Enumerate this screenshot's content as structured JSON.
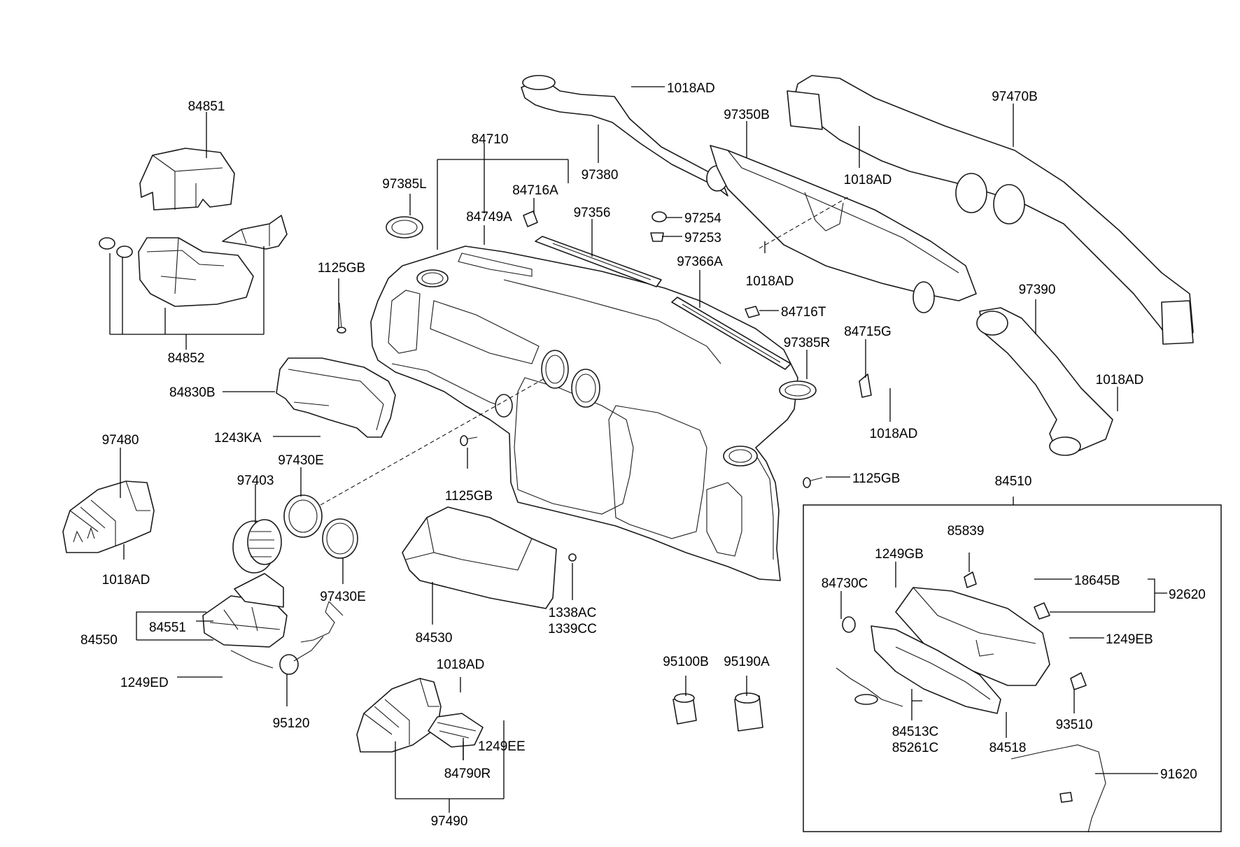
{
  "labels": {
    "p84851": "84851",
    "p84852": "84852",
    "p84830B": "84830B",
    "p1243KA": "1243KA",
    "p97480": "97480",
    "p1018AD_a": "1018AD",
    "p97403": "97403",
    "p97430E_a": "97430E",
    "p97430E_b": "97430E",
    "p84550": "84550",
    "p84551": "84551",
    "p1249ED": "1249ED",
    "p95120": "95120",
    "p1125GB_a": "1125GB",
    "p97385L": "97385L",
    "p84710": "84710",
    "p84749A": "84749A",
    "p84716A": "84716A",
    "p97380": "97380",
    "p1018AD_b": "1018AD",
    "p97356": "97356",
    "p97254": "97254",
    "p97253": "97253",
    "p97366A": "97366A",
    "p84716T": "84716T",
    "p97385R": "97385R",
    "p97350B": "97350B",
    "p1018AD_c": "1018AD",
    "p1018AD_d": "1018AD",
    "p97470B": "97470B",
    "p84715G": "84715G",
    "p1018AD_e": "1018AD",
    "p97390": "97390",
    "p1018AD_f": "1018AD",
    "p1125GB_b": "1125GB",
    "p1125GB_c": "1125GB",
    "p84530": "84530",
    "p1338AC": "1338AC",
    "p1339CC": "1339CC",
    "p1018AD_g": "1018AD",
    "p1249EE": "1249EE",
    "p84790R": "84790R",
    "p97490": "97490",
    "p95100B": "95100B",
    "p95190A": "95190A",
    "p84510": "84510",
    "p85839": "85839",
    "p1249GB": "1249GB",
    "p84730C": "84730C",
    "p18645B": "18645B",
    "p92620": "92620",
    "p1249EB": "1249EB",
    "p93510": "93510",
    "p84513C": "84513C",
    "p85261C": "85261C",
    "p84518": "84518",
    "p91620": "91620"
  },
  "colors": {
    "line": "#1a1a1a",
    "background": "#ffffff"
  }
}
